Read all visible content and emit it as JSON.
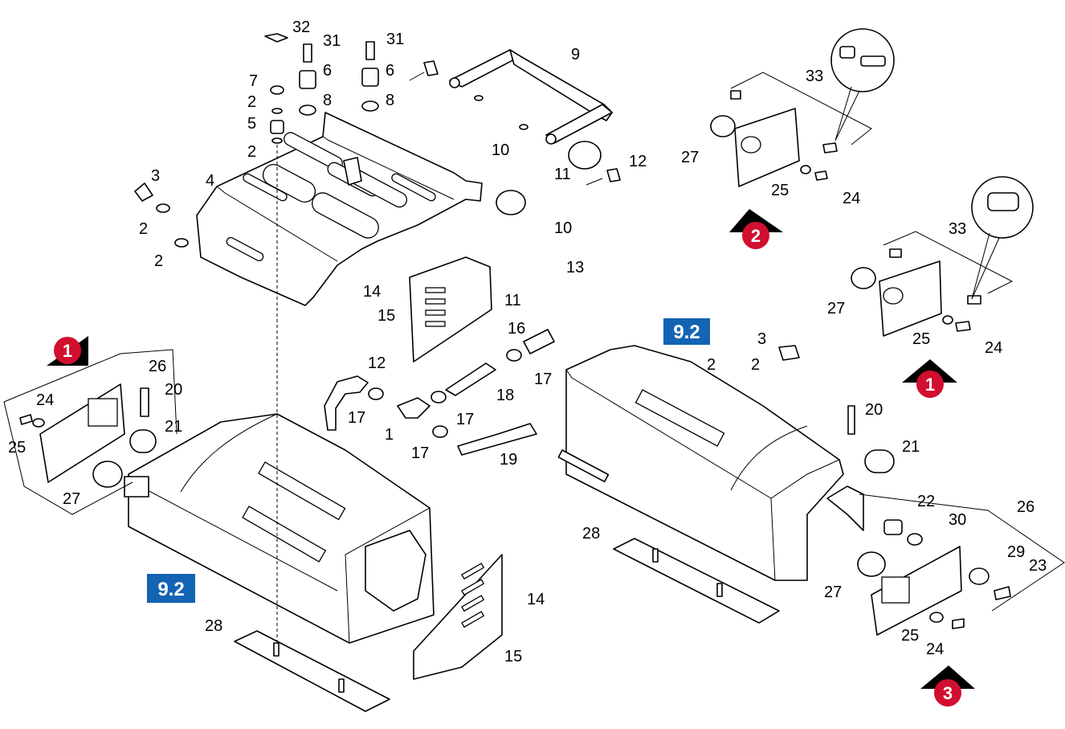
{
  "callouts": [
    "32",
    "31",
    "31",
    "6",
    "6",
    "7",
    "8",
    "8",
    "2",
    "5",
    "2",
    "9",
    "10",
    "11",
    "12",
    "3",
    "4",
    "2",
    "2",
    "10",
    "13",
    "11",
    "14",
    "15",
    "16",
    "17",
    "12",
    "18",
    "17",
    "17",
    "1",
    "17",
    "19",
    "26",
    "24",
    "20",
    "21",
    "25",
    "27",
    "28",
    "14",
    "15",
    "9.2",
    "9.2",
    "33",
    "27",
    "25",
    "24",
    "33",
    "27",
    "25",
    "24",
    "3",
    "2",
    "2",
    "20",
    "21",
    "22",
    "30",
    "26",
    "29",
    "23",
    "27",
    "25",
    "24",
    "28"
  ],
  "badges": [
    "9.2",
    "9.2"
  ],
  "markers": [
    "1",
    "2",
    "1",
    "3"
  ],
  "colors": {
    "badge": "#1464b4",
    "marker": "#d10f2f",
    "line": "#000000"
  }
}
